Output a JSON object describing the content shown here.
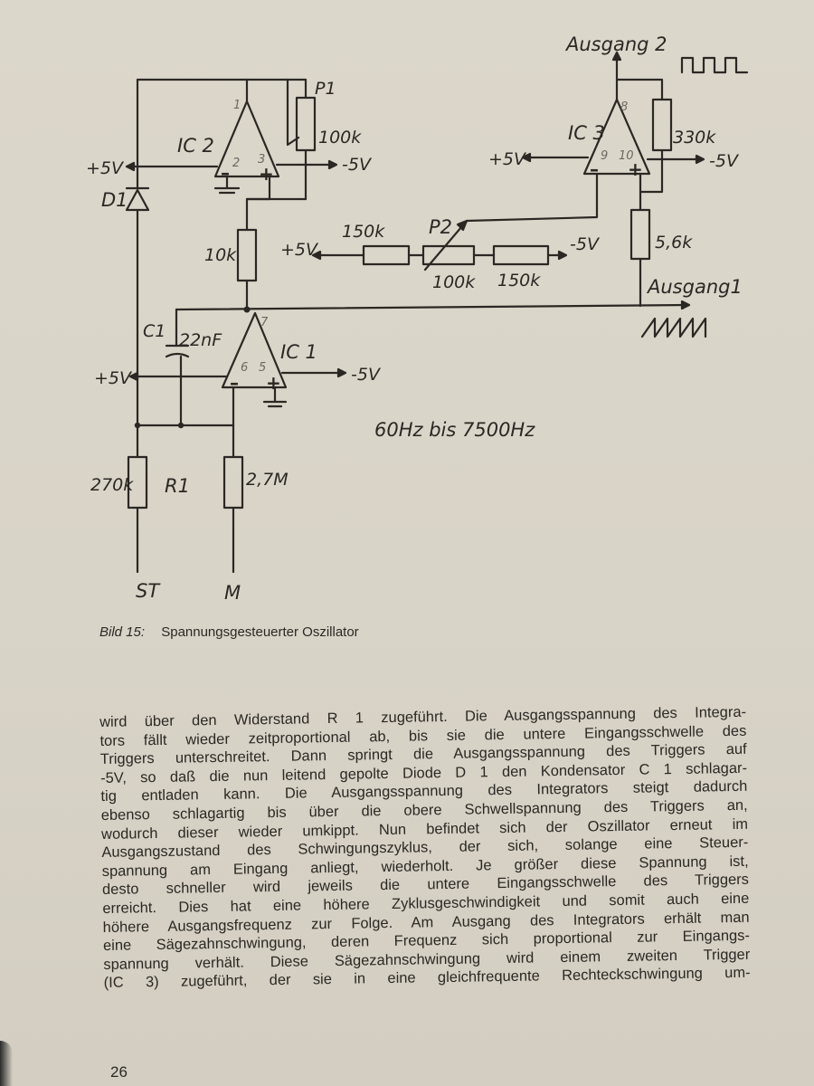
{
  "schematic": {
    "labels": {
      "ausgang2": "Ausgang 2",
      "ausgang1": "Ausgang1",
      "ic1": "IC 1",
      "ic2": "IC 2",
      "ic3": "IC 3",
      "p1": "P1",
      "p1_value": "100k",
      "p2": "P2",
      "p2_value": "100k",
      "r_330k": "330k",
      "r_56k": "5,6k",
      "r_150k_left": "150k",
      "r_150k_right": "150k",
      "r_10k": "10k",
      "r_270k": "270k",
      "r1": "R1",
      "r_27m": "2,7M",
      "c1": "C1",
      "c1_value": "22nF",
      "d1": "D1",
      "st": "ST",
      "m": "M",
      "frequency_range": "60Hz bis 7500Hz",
      "v_plus5_ic2": "+5V",
      "v_minus5_ic2": "-5V",
      "v_plus5_ic3": "+5V",
      "v_minus5_ic3": "-5V",
      "v_plus5_p2": "+5V",
      "v_minus5_p2": "-5V",
      "v_plus5_ic1": "+5V",
      "v_minus5_ic1": "-5V"
    },
    "pins": {
      "ic2_out": "1",
      "ic2_inv": "2",
      "ic2_noninv": "3",
      "ic1_out": "7",
      "ic1_inv": "6",
      "ic1_noninv": "5",
      "ic3_out": "8",
      "ic3_inv": "9",
      "ic3_noninv": "10"
    }
  },
  "caption": {
    "number": "Bild 15:",
    "text": "Spannungsgesteuerter Oszillator"
  },
  "body_lines": [
    "wird über den Widerstand R 1 zugeführt. Die Ausgangsspannung des Integra-",
    "tors fällt wieder zeitproportional ab, bis sie die untere Eingangsschwelle des",
    "Triggers unterschreitet. Dann springt die Ausgangsspannung des Triggers auf",
    "-5V, so daß die nun leitend gepolte Diode D 1 den Kondensator C 1 schlagar-",
    "tig entladen kann. Die Ausgangsspannung des Integrators steigt dadurch",
    "ebenso schlagartig bis über die obere Schwellspannung des Triggers an,",
    "wodurch dieser wieder umkippt. Nun befindet sich der Oszillator erneut im",
    "Ausgangszustand des Schwingungszyklus, der sich, solange eine Steuer-",
    "spannung am Eingang anliegt, wiederholt. Je größer diese Spannung ist,",
    "desto schneller wird jeweils die untere Eingangsschwelle des Triggers",
    "erreicht. Dies hat eine höhere Zyklusgeschwindigkeit und somit auch eine",
    "höhere Ausgangsfrequenz zur Folge. Am Ausgang des Integrators erhält man",
    "eine Sägezahnschwingung, deren Frequenz sich proportional zur Eingangs-",
    "spannung verhält. Diese Sägezahnschwingung wird einem zweiten Trigger",
    "(IC 3) zugeführt, der sie in eine gleichfrequente Rechteckschwingung um-"
  ],
  "page_number": "26"
}
